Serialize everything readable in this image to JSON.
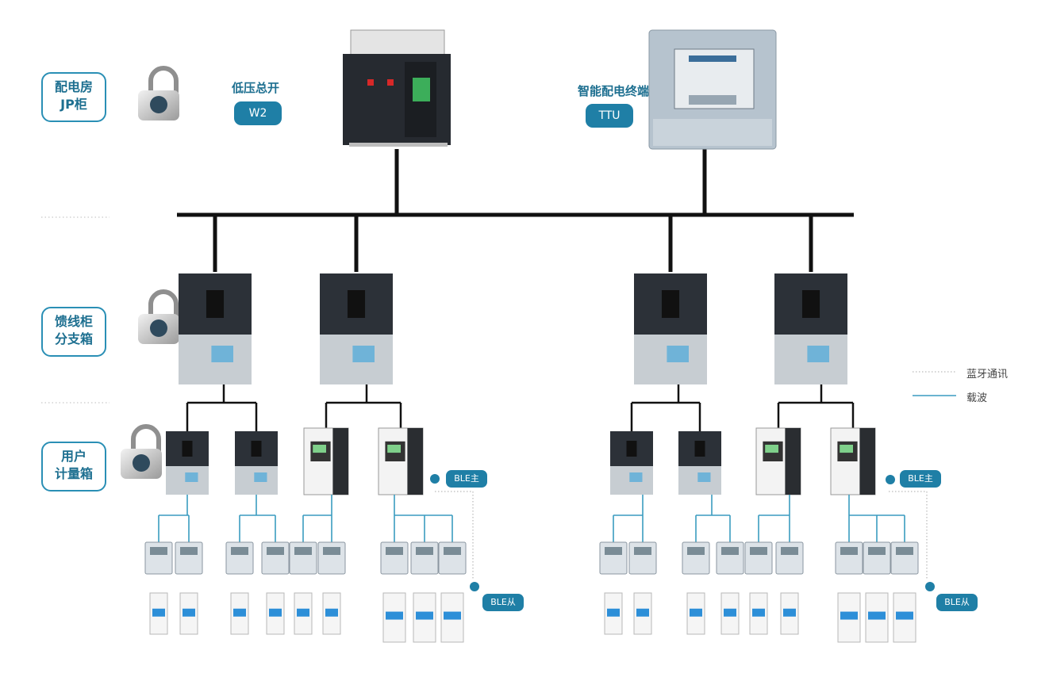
{
  "levels": [
    {
      "id": "room",
      "line1": "配电房",
      "line2": "JP柜"
    },
    {
      "id": "feeder",
      "line1": "馈线柜",
      "line2": "分支箱"
    },
    {
      "id": "user",
      "line1": "用户",
      "line2": "计量箱"
    }
  ],
  "top": {
    "breaker_label": "低压总开",
    "breaker_tag": "W2",
    "terminal_label": "智能配电终端",
    "terminal_tag": "TTU"
  },
  "ble": {
    "master": "BLE主",
    "slave": "BLE从"
  },
  "legend": {
    "bluetooth": "蓝牙通讯",
    "carrier": "载波"
  },
  "colors": {
    "accent": "#1f7fa6",
    "bus": "#111111",
    "carrier": "#3a9cc0"
  }
}
